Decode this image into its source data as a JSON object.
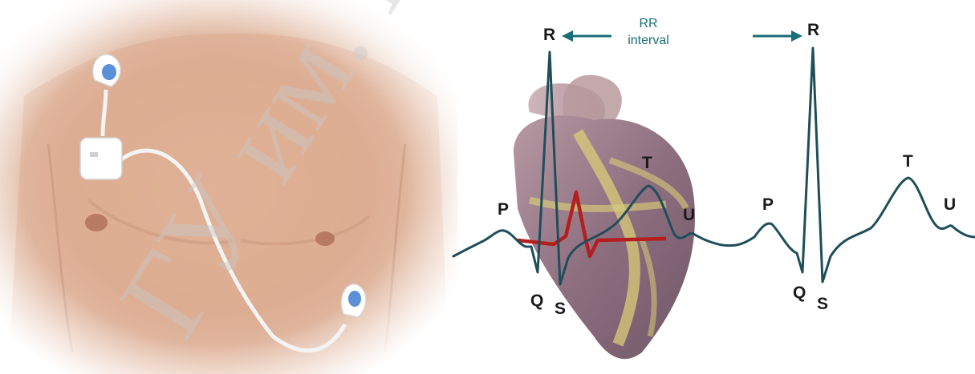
{
  "ecg": {
    "wave_labels": {
      "p1": "P",
      "q1": "Q",
      "r1": "R",
      "s1": "S",
      "t1": "T",
      "u1": "U",
      "p2": "P",
      "q2": "Q",
      "r2": "R",
      "s2": "S",
      "t2": "T",
      "u2": "U"
    },
    "rr_label_line1": "RR",
    "rr_label_line2": "interval"
  },
  "watermark": "ГУ им. И.П.",
  "colors": {
    "ecg_trace": "#1f4e5a",
    "rr_arrow": "#1a6e78",
    "heart_conduction": "#b51e1e",
    "heart_body": "#9c7f8e",
    "skin": "#e2b69b",
    "electrode_blue": "#5b8fd6"
  },
  "icons": {
    "electrode": "electrode-patch-icon",
    "recorder": "holter-recorder-icon"
  }
}
